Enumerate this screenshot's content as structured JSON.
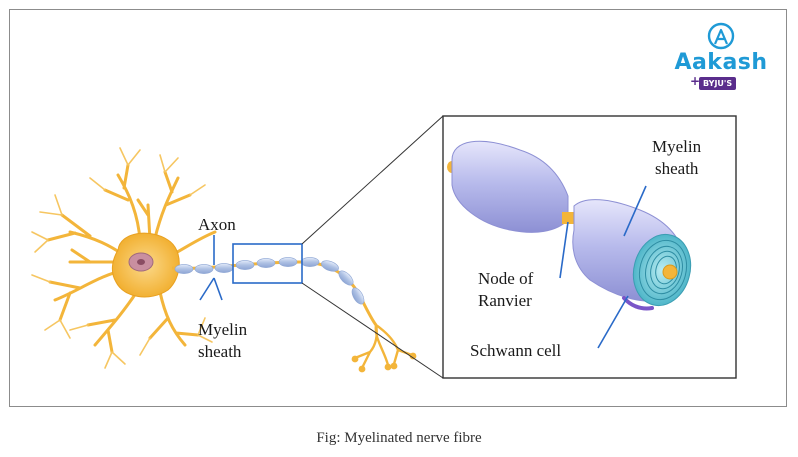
{
  "labels": {
    "axon": "Axon",
    "myelin_sheath_left_1": "Myelin",
    "myelin_sheath_left_2": "sheath",
    "myelin_sheath_inset_1": "Myelin",
    "myelin_sheath_inset_2": "sheath",
    "node_of_ranvier_1": "Node of",
    "node_of_ranvier_2": "Ranvier",
    "schwann_cell": "Schwann cell"
  },
  "logo": {
    "brand": "Aakash",
    "badge": "BYJU'S",
    "plus": "+"
  },
  "caption": "Fig: Myelinated nerve fibre",
  "colors": {
    "neuron": "#f3b53a",
    "nucleus": "#c98fa0",
    "myelin": "#a9bde0",
    "myelin_inset": "#b5b8e8",
    "schwann_face": "#6fc6d6",
    "inset_border": "#333333",
    "pointer": "#2a6ac8"
  }
}
